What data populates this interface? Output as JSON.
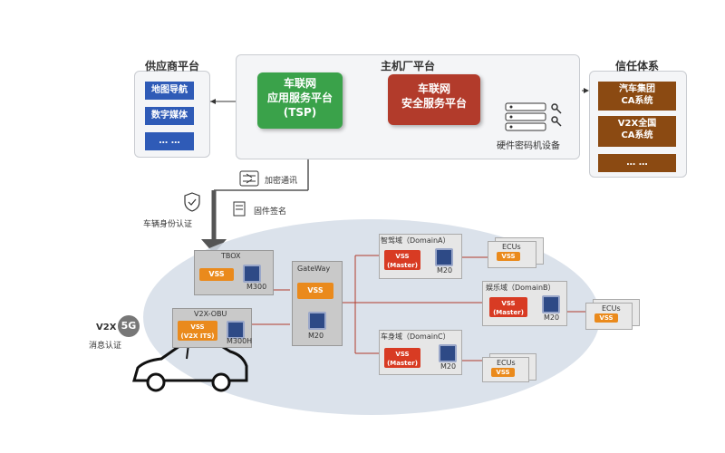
{
  "supplier": {
    "title": "供应商平台",
    "items": [
      "地图导航",
      "数字媒体",
      "… …"
    ]
  },
  "oem": {
    "title": "主机厂平台",
    "tsp_lines": [
      "车联网",
      "应用服务平台",
      "(TSP)"
    ],
    "sec_lines": [
      "车联网",
      "安全服务平台"
    ],
    "hsm_label": "硬件密码机设备"
  },
  "trust": {
    "title": "信任体系",
    "items": [
      {
        "l1": "汽车集团",
        "l2": "CA系统"
      },
      {
        "l1": "V2X全国",
        "l2": "CA系统"
      },
      {
        "l1": "… …",
        "l2": ""
      }
    ]
  },
  "links": {
    "encrypt": "加密通讯",
    "firmware": "固件签名",
    "vehicle_auth": "车辆身份认证",
    "v2x_label": "V2X",
    "g5": "5G",
    "msg_auth": "消息认证"
  },
  "vehicle": {
    "tbox": {
      "title": "TBOX",
      "vss": "VSS",
      "chip": "M300"
    },
    "v2x_obu": {
      "title": "V2X-OBU",
      "vss1": "VSS",
      "vss2": "(V2X ITS)",
      "chip": "M300H"
    },
    "gateway": {
      "title": "GateWay",
      "vss": "VSS",
      "chip": "M20"
    },
    "domains": [
      {
        "title": "智驾域（DomainA）",
        "vss1": "VSS",
        "vss2": "(Master)",
        "chip": "M20",
        "ecu": "ECUs",
        "ecu_vss": "VSS"
      },
      {
        "title": "娱乐域（DomainB）",
        "vss1": "VSS",
        "vss2": "(Master)",
        "chip": "M20",
        "ecu": "ECUs",
        "ecu_vss": "VSS"
      },
      {
        "title": "车身域（DomainC）",
        "vss1": "VSS",
        "vss2": "(Master)",
        "chip": "M20",
        "ecu": "ECUs",
        "ecu_vss": "VSS"
      }
    ]
  },
  "colors": {
    "blue": "#2f5bb7",
    "brown": "#8b4a12",
    "green": "#3aa24a",
    "red": "#b23b2b",
    "orange": "#ea8a1c",
    "master_red": "#d83b23",
    "ellipse": "#d5dde8"
  }
}
